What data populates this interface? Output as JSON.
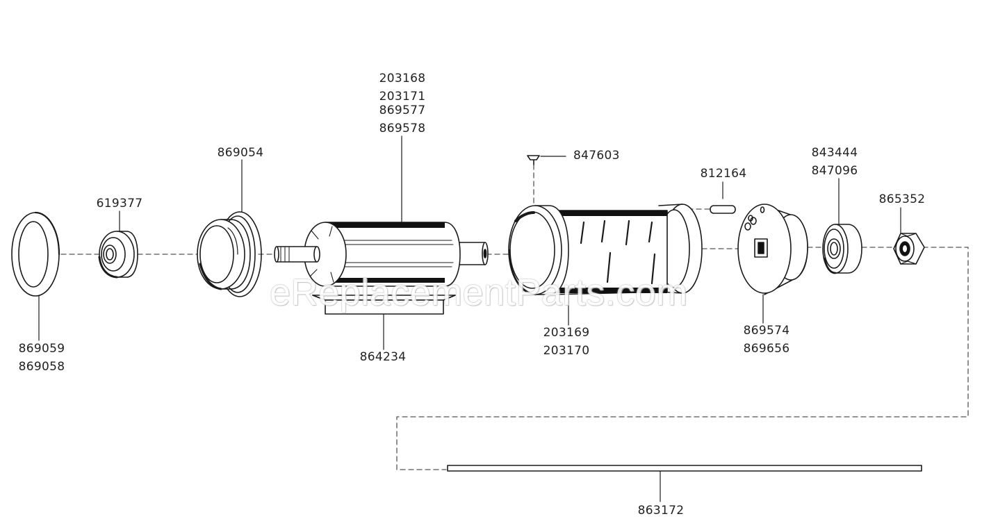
{
  "part_labels": {
    "p869059": "869059",
    "p869058": "869058",
    "p619377": "619377",
    "p869054": "869054",
    "p203168": "203168",
    "p203171": "203171",
    "p869577": "869577",
    "p869578": "869578",
    "p864234": "864234",
    "p847603": "847603",
    "p812164": "812164",
    "p203169": "203169",
    "p203170": "203170",
    "p869574": "869574",
    "p869656": "869656",
    "p843444": "843444",
    "p847096": "847096",
    "p865352": "865352",
    "p863172": "863172"
  },
  "watermark": "eReplacementParts.com",
  "colors": {
    "line": "#1a1a1a",
    "dash": "#555555",
    "fill": "#ffffff",
    "dark": "#111111"
  }
}
